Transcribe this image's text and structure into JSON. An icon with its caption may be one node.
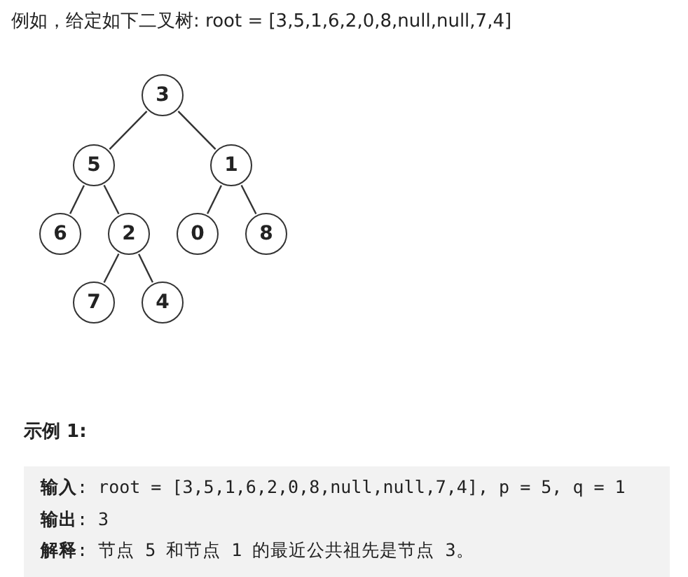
{
  "diagram": {
    "title": "例如，给定如下二叉树:  root = [3,5,1,6,2,0,8,null,null,7,4]",
    "nodes": [
      {
        "text": [
          "3"
        ]
      },
      {
        "text": [
          "5"
        ]
      },
      {
        "text": [
          "1"
        ]
      },
      {
        "text": [
          "6"
        ]
      },
      {
        "text": [
          "2"
        ]
      },
      {
        "text": [
          "0"
        ]
      },
      {
        "text": [
          "8"
        ]
      },
      {
        "text": [
          "7"
        ]
      },
      {
        "text": [
          "4"
        ]
      }
    ],
    "edges": [
      {
        "from": 0,
        "to": 1,
        "arrow": "none"
      },
      {
        "from": 0,
        "to": 2,
        "arrow": "none"
      },
      {
        "from": 1,
        "to": 3,
        "arrow": "none"
      },
      {
        "from": 1,
        "to": 4,
        "arrow": "none"
      },
      {
        "from": 2,
        "to": 5,
        "arrow": "none"
      },
      {
        "from": 2,
        "to": 6,
        "arrow": "none"
      },
      {
        "from": 4,
        "to": 7,
        "arrow": "none"
      },
      {
        "from": 4,
        "to": 8,
        "arrow": "none"
      }
    ],
    "labels": [
      "**示例 1:**",
      "**输入**: root = [3,5,1,6,2,0,8,null,null,7,4], p = 5, q = 1",
      "**输出**: 3",
      "**解释**: 节点 5 和节点 1 的最近公共祖先是节点 3。"
    ]
  }
}
